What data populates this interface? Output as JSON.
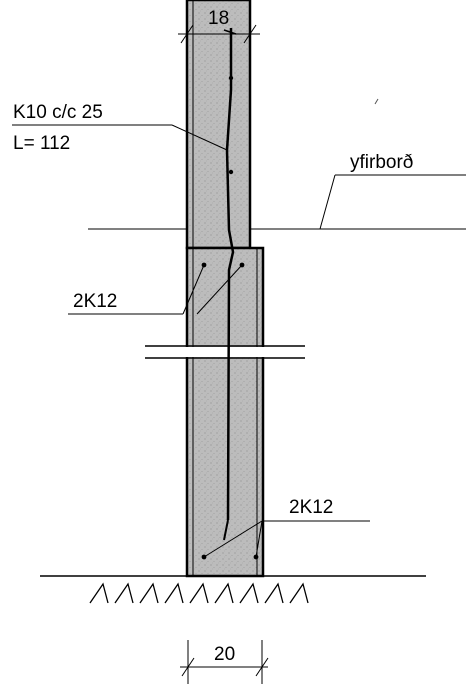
{
  "labels": {
    "top_width": "18",
    "bar_spec_line1": "K10 c/c 25",
    "bar_spec_line2": "L= 112",
    "surface": "yfirborð",
    "bars_upper": "2K12",
    "bars_lower": "2K12",
    "bottom_width": "20"
  },
  "colors": {
    "concrete": "#bdbdbd",
    "line": "#000000",
    "background": "#ffffff"
  }
}
